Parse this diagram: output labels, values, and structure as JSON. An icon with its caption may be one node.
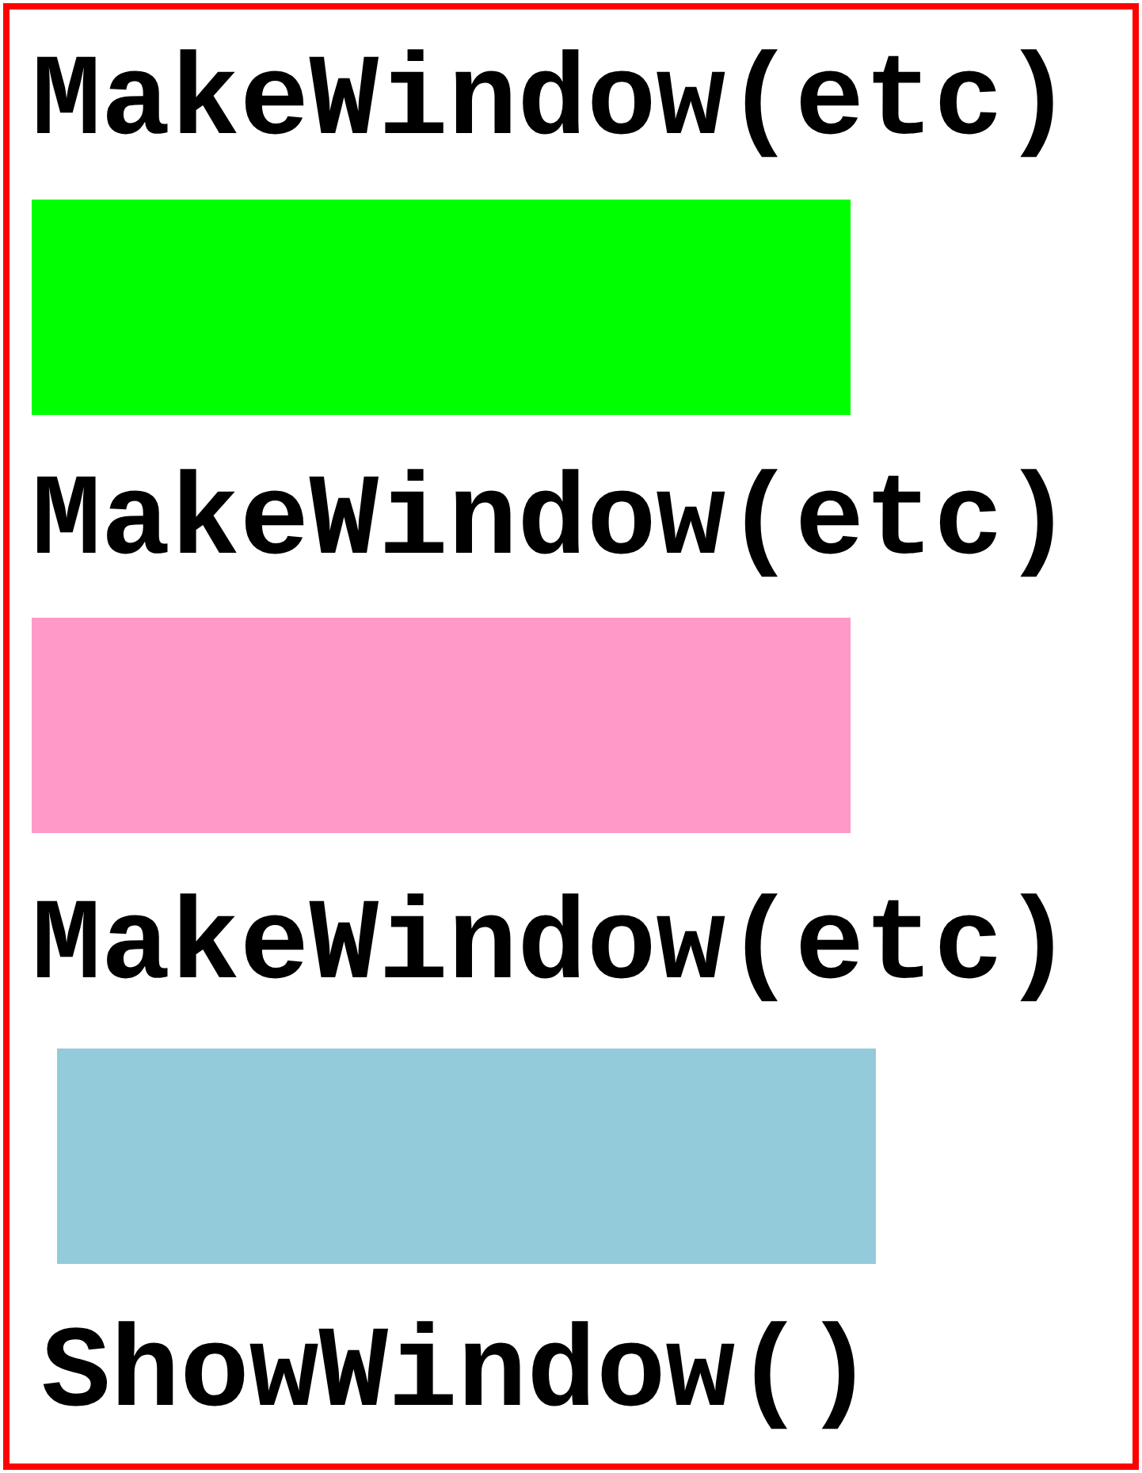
{
  "diagram": {
    "nodes": [
      {
        "text": [],
        "shape": "box"
      },
      {
        "text": [],
        "shape": "box",
        "in": 0
      },
      {
        "text": [],
        "shape": "box",
        "in": 0
      },
      {
        "text": [],
        "shape": "box",
        "in": 0
      }
    ],
    "labels": [
      "MakeWindow(etc)",
      "MakeWindow(etc)",
      "MakeWindow(etc)",
      "ShowWindow()"
    ]
  }
}
